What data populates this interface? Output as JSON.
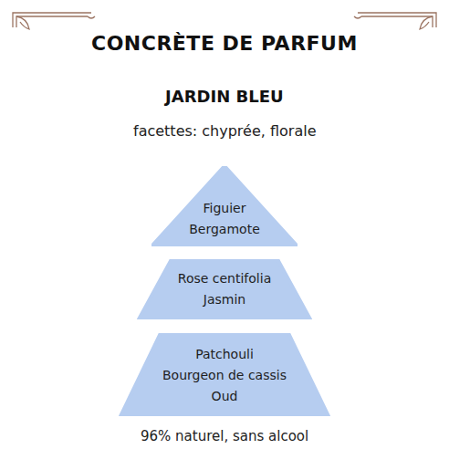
{
  "diagram": {
    "title": "CONCRÈTE DE PARFUM",
    "caption": "96% naturel, sans alcool",
    "nodes": [
      {
        "text": [
          "Figuier",
          "Bergamote"
        ]
      },
      {
        "text": [
          "Rose centifolia",
          "Jasmin"
        ]
      },
      {
        "text": [
          "Patchouli",
          "Bourgeon de cassis",
          "Oud"
        ]
      }
    ],
    "labels": [
      "JARDIN BLEU",
      "facettes: chyprée, florale"
    ]
  }
}
